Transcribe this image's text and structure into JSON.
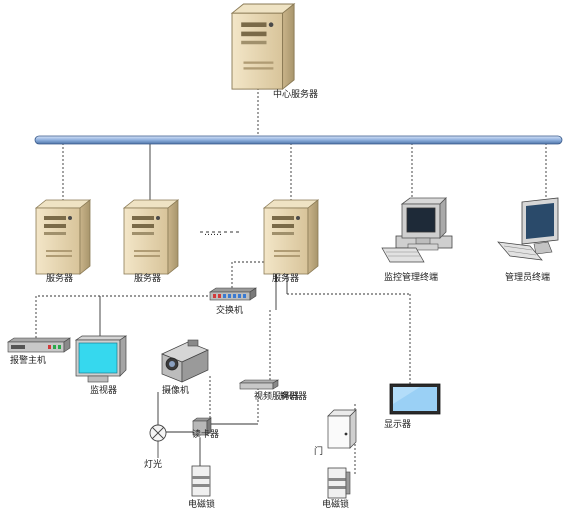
{
  "labels": {
    "central_server": "中心服务器",
    "server_1": "服务器",
    "server_2": "服务器",
    "ellipsis": "……",
    "server_3": "服务器",
    "management_terminal": "监控管理终端",
    "admin_terminal": "管理员终端",
    "switch": "交换机",
    "alarm_host": "报警主机",
    "monitor": "监视器",
    "camera": "摄像机",
    "video_server": "视频服务器",
    "light": "灯光",
    "card_reader": "读卡器",
    "door": "门",
    "lock": "电磁锁",
    "decoder": "解码器",
    "display": "显示器"
  }
}
